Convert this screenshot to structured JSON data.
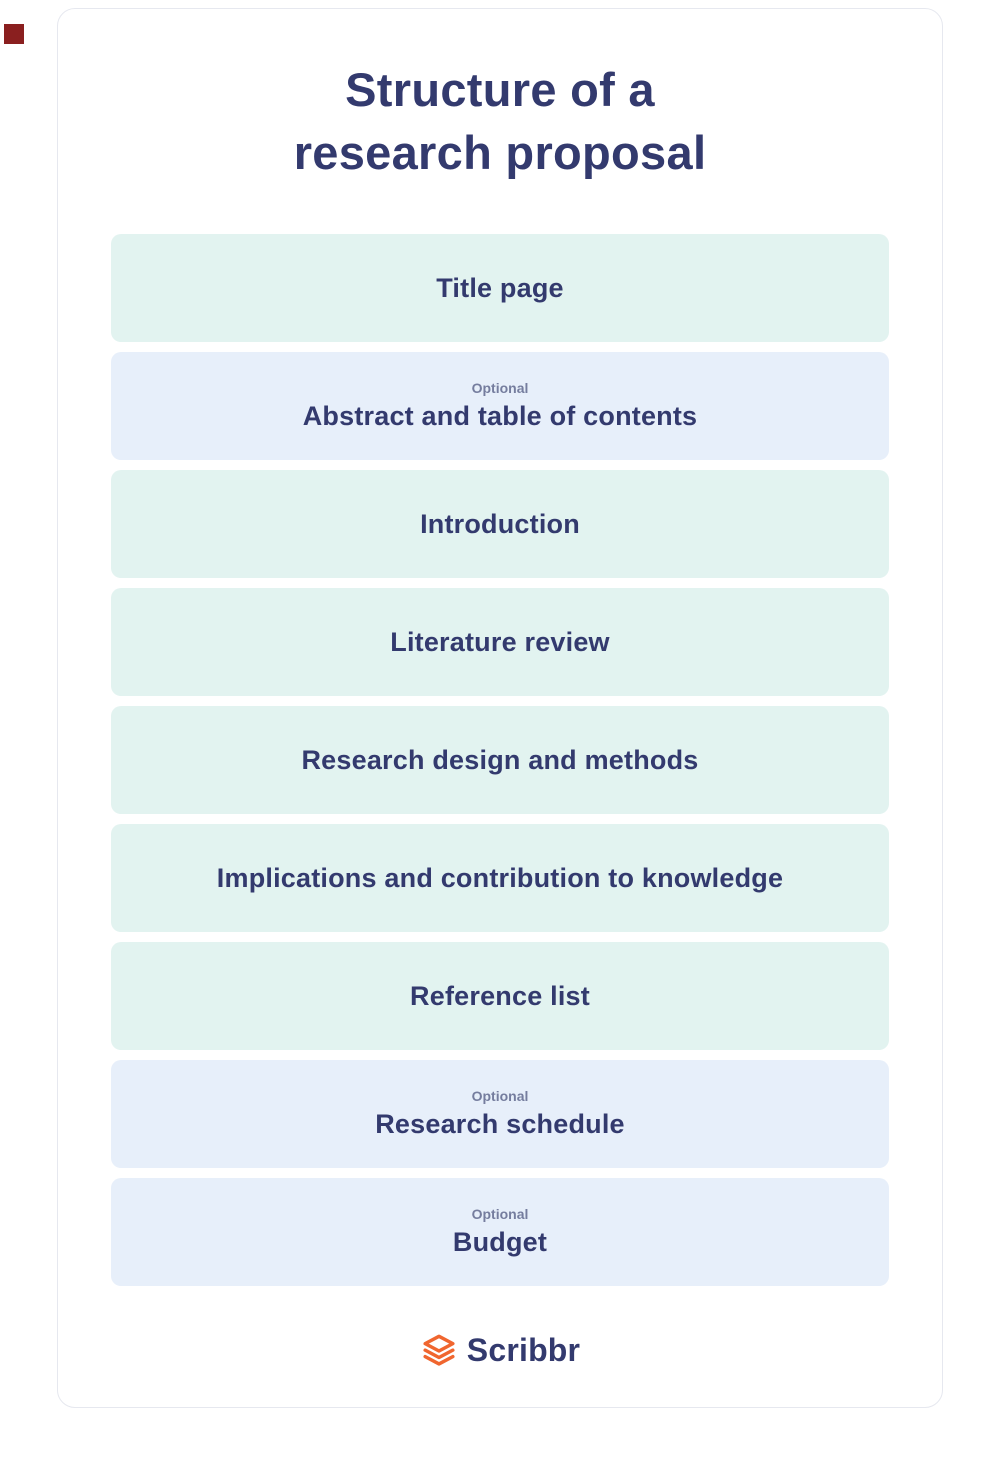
{
  "title": {
    "line1": "Structure of a",
    "line2": "research proposal"
  },
  "sections": [
    {
      "label": "Title page",
      "variant": "mint"
    },
    {
      "label": "Abstract and table of contents",
      "variant": "blue",
      "optional_label": "Optional"
    },
    {
      "label": "Introduction",
      "variant": "mint"
    },
    {
      "label": "Literature review",
      "variant": "mint"
    },
    {
      "label": "Research design and methods",
      "variant": "mint"
    },
    {
      "label": "Implications and contribution to knowledge",
      "variant": "mint"
    },
    {
      "label": "Reference list",
      "variant": "mint"
    },
    {
      "label": "Research schedule",
      "variant": "blue",
      "optional_label": "Optional"
    },
    {
      "label": "Budget",
      "variant": "blue",
      "optional_label": "Optional"
    }
  ],
  "footer": {
    "brand": "Scribbr"
  },
  "colors": {
    "heading": "#333a6e",
    "box_mint": "#e2f3f0",
    "box_blue": "#e7effa",
    "optional_text": "#757d9e",
    "brand_orange": "#f0662f",
    "card_border": "#e6e8ef",
    "corner_red": "#8a1f1f"
  }
}
